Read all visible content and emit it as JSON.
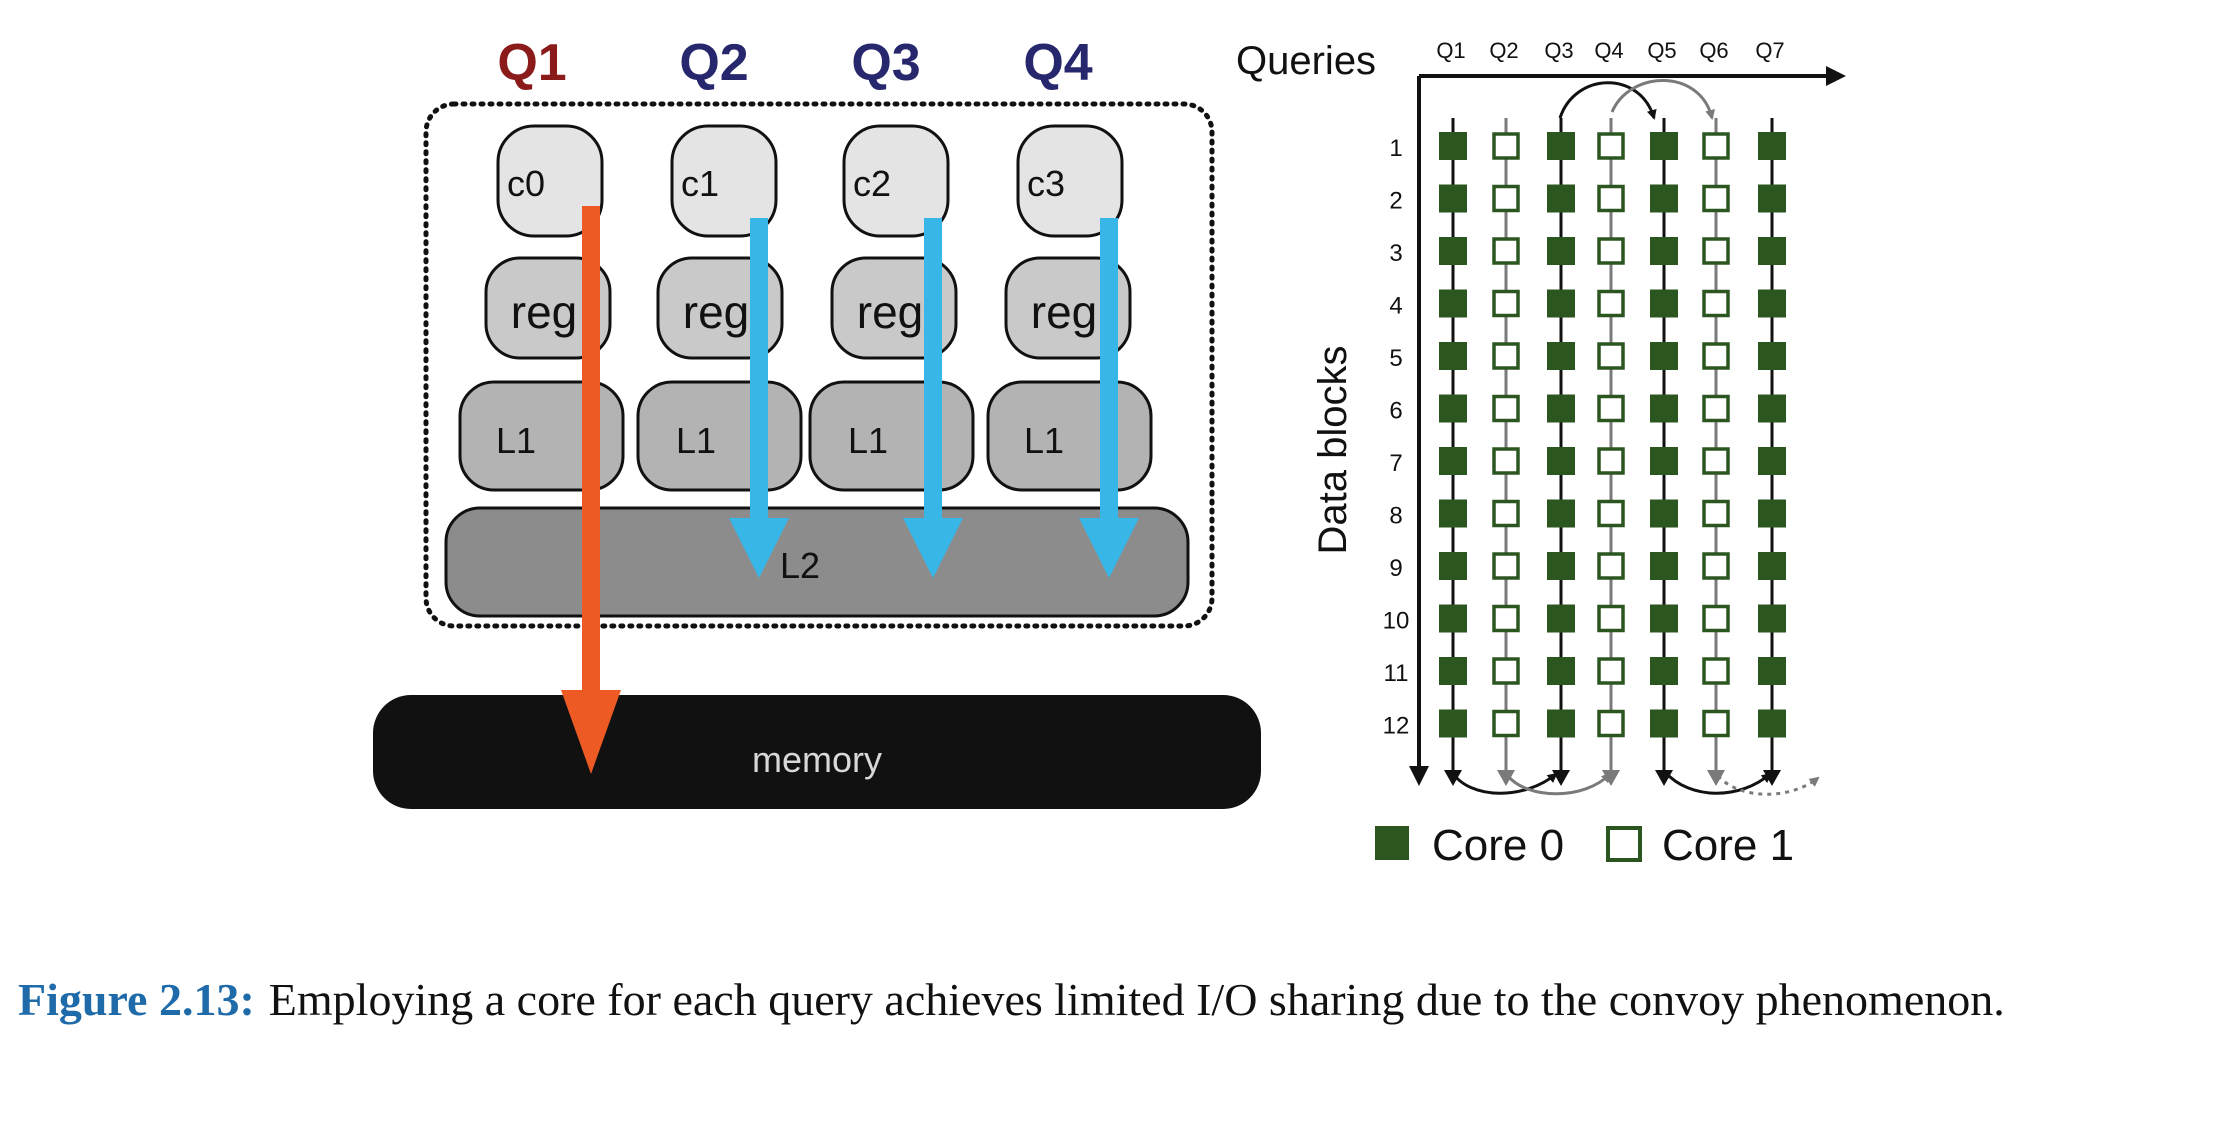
{
  "left_diagram": {
    "queries": [
      {
        "label": "Q1",
        "color": "#8b1a1a"
      },
      {
        "label": "Q2",
        "color": "#27276e"
      },
      {
        "label": "Q3",
        "color": "#27276e"
      },
      {
        "label": "Q4",
        "color": "#27276e"
      }
    ],
    "cores": [
      "c0",
      "c1",
      "c2",
      "c3"
    ],
    "reg_label": "reg",
    "l1_label": "L1",
    "l2_label": "L2",
    "memory_label": "memory",
    "colors": {
      "q1_arrow": "#ee5a24",
      "other_arrows": "#38b6e8",
      "core_fill": "#e4e4e4",
      "reg_fill": "#c9c9c9",
      "l1_fill": "#b3b3b3",
      "l2_fill": "#8c8c8c",
      "memory_fill": "#111111"
    }
  },
  "right_diagram": {
    "queries_axis_label": "Queries",
    "query_labels": [
      "Q1",
      "Q2",
      "Q3",
      "Q4",
      "Q5",
      "Q6",
      "Q7"
    ],
    "data_axis_label": "Data blocks",
    "block_labels": [
      "1",
      "2",
      "3",
      "4",
      "5",
      "6",
      "7",
      "8",
      "9",
      "10",
      "11",
      "12"
    ],
    "core_assignment": [
      0,
      1,
      0,
      1,
      0,
      1,
      0
    ],
    "legend": [
      {
        "label": "Core 0",
        "style": "filled"
      },
      {
        "label": "Core 1",
        "style": "hollow"
      }
    ],
    "colors": {
      "block": "#2c5620",
      "arrow_dark": "#111111",
      "arrow_gray": "#7a7a7a"
    }
  },
  "caption": {
    "lead": "Figure 2.13:",
    "text": "Employing a core for each query achieves limited I/O sharing due to the convoy phenomenon."
  }
}
